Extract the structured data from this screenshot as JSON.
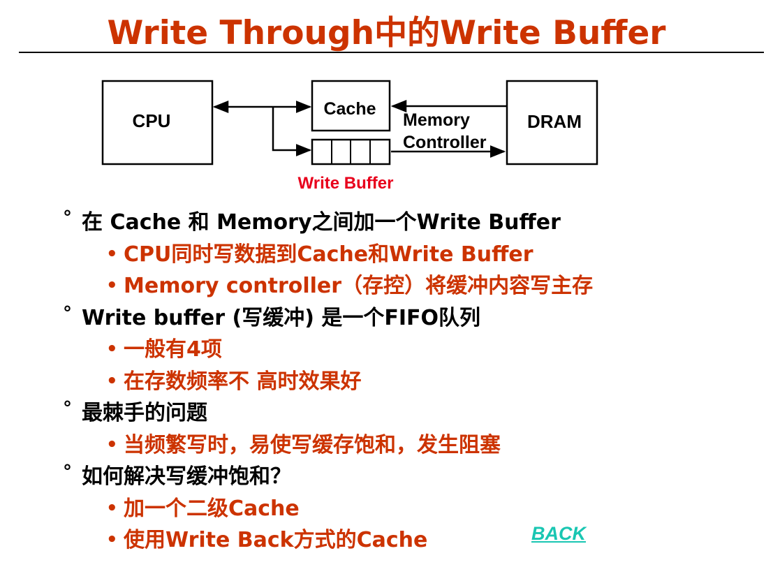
{
  "title": "Write Through中的Write Buffer",
  "diagram": {
    "cpu": "CPU",
    "cache": "Cache",
    "memory_controller_line1": "Memory",
    "memory_controller_line2": "Controller",
    "dram": "DRAM",
    "write_buffer_label": "Write Buffer",
    "write_buffer_label_color": "#e8001c"
  },
  "bullets": [
    {
      "text": "在 Cache 和 Memory之间加一个Write Buffer",
      "sub": [
        "CPU同时写数据到Cache和Write Buffer",
        "Memory controller（存控）将缓冲内容写主存"
      ]
    },
    {
      "text": "Write buffer (写缓冲) 是一个FIFO队列",
      "sub": [
        "一般有4项",
        "在存数频率不 高时效果好"
      ]
    },
    {
      "text": "最棘手的问题",
      "sub": [
        "当频繁写时，易使写缓存饱和，发生阻塞"
      ]
    },
    {
      "text": "如何解决写缓冲饱和？",
      "sub": [
        "加一个二级Cache",
        "使用Write Back方式的Cache"
      ]
    }
  ],
  "level1_marker": "°",
  "level2_marker": "•",
  "back_link": "BACK",
  "colors": {
    "title": "#cc3300",
    "subitem": "#cc3300",
    "back_link": "#19c6b2"
  }
}
